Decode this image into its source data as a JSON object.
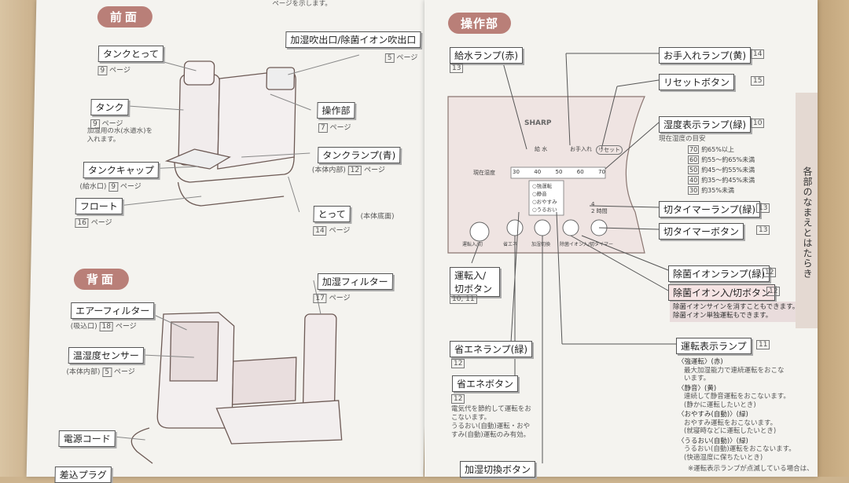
{
  "left": {
    "header_note": "ページを示します。",
    "front": {
      "title": "前面",
      "labels": [
        {
          "text": "タンクとって",
          "ref": "9"
        },
        {
          "text": "加湿吹出口/除菌イオン吹出口",
          "ref": "5"
        },
        {
          "text": "タンク",
          "ref": "9",
          "note": "加湿用の水(水道水)を入れます。"
        },
        {
          "text": "操作部",
          "ref": "7"
        },
        {
          "text": "タンクランプ(青)",
          "ref": "12",
          "sub": "(本体内部)"
        },
        {
          "text": "タンクキャップ",
          "ref": "9",
          "sub": "(給水口)"
        },
        {
          "text": "フロート",
          "ref": "16"
        },
        {
          "text": "とって",
          "ref": "14",
          "sub": "(本体底面)"
        }
      ]
    },
    "back": {
      "title": "背面",
      "labels": [
        {
          "text": "加湿フィルター",
          "ref": "17"
        },
        {
          "text": "エアーフィルター",
          "ref": "18",
          "sub": "(吸込口)"
        },
        {
          "text": "温湿度センサー",
          "ref": "5",
          "sub": "(本体内部)"
        },
        {
          "text": "電源コード"
        },
        {
          "text": "差込プラグ"
        }
      ]
    },
    "page_unit": "ページ"
  },
  "right": {
    "title": "操作部",
    "side_tab": "各部のなまえとはたらき",
    "panel": {
      "brand": "SHARP",
      "kyusui": "給 水",
      "oteire": "お手入れ",
      "reset": "リセット",
      "gauge_label": "現在湿度",
      "gauge_ticks": [
        "30",
        "40",
        "50",
        "60",
        "70"
      ],
      "modes": [
        "強運転",
        "静音",
        "おやすみ",
        "うるおい"
      ],
      "timer": [
        "4",
        "2 時間"
      ],
      "buttons": [
        "運転入/切",
        "省エネ",
        "加湿切換",
        "除菌イオン入/切",
        "切タイマー"
      ]
    },
    "humidity_guide": {
      "title": "現在湿度の目安",
      "rows": [
        {
          "v": "70",
          "t": "約65%以上"
        },
        {
          "v": "60",
          "t": "約55～約65%未満"
        },
        {
          "v": "50",
          "t": "約45～約55%未満"
        },
        {
          "v": "40",
          "t": "約35～約45%未満"
        },
        {
          "v": "30",
          "t": "約35%未満"
        }
      ]
    },
    "labels": [
      {
        "text": "給水ランプ(赤)",
        "ref": "13"
      },
      {
        "text": "お手入れランプ(黄)",
        "ref": "14"
      },
      {
        "text": "リセットボタン",
        "ref": "15"
      },
      {
        "text": "湿度表示ランプ(緑)",
        "ref": "10"
      },
      {
        "text": "切タイマーランプ(緑)",
        "ref": "13"
      },
      {
        "text": "切タイマーボタン",
        "ref": "13"
      },
      {
        "text": "運転入/切ボタン",
        "ref": "10, 11"
      },
      {
        "text": "除菌イオンランプ(緑)",
        "ref": "12"
      },
      {
        "text": "除菌イオン入/切ボタン",
        "ref": "12"
      },
      {
        "text": "省エネランプ(緑)",
        "ref": "12"
      },
      {
        "text": "運転表示ランプ",
        "ref": "11"
      },
      {
        "text": "省エネボタン",
        "ref": "12"
      },
      {
        "text": "加湿切換ボタン"
      }
    ],
    "ion_note": [
      "除菌イオンサインを消すこともできます。",
      "除菌イオン単独運転もできます。"
    ],
    "eco_note": [
      "電気代を節約して運転をお",
      "こないます。",
      "うるおい(自動)運転・おや",
      "すみ(自動)運転のみ有効。"
    ],
    "mode_desc": [
      {
        "h": "〈強運転〉(赤)",
        "d": [
          "最大加湿能力で連続運転をおこな",
          "います。"
        ]
      },
      {
        "h": "〈静音〉(黄)",
        "d": [
          "連続して静音運転をおこないます。",
          "(静かに運転したいとき)"
        ]
      },
      {
        "h": "〈おやすみ(自動)〉(緑)",
        "d": [
          "おやすみ運転をおこないます。",
          "(就寝時などに運転したいとき)"
        ]
      },
      {
        "h": "〈うるおい(自動)〉(緑)",
        "d": [
          "うるおい(自動)運転をおこないます。",
          "(快適湿度に保ちたいとき)"
        ]
      }
    ],
    "footer_note": "※運転表示ランプが点滅している場合は、"
  }
}
